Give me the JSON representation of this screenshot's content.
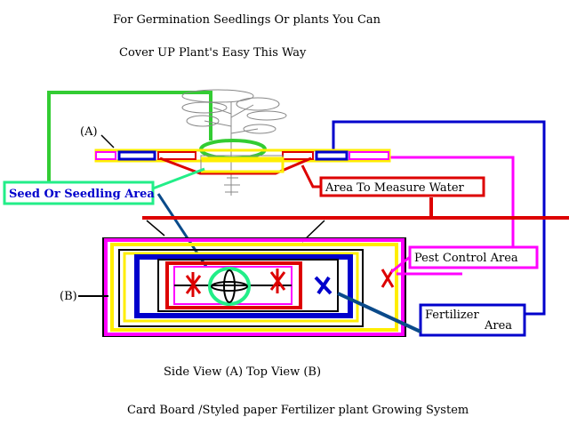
{
  "header": {
    "line1": "For Germination Seedlings Or plants You Can",
    "line2": "Cover UP Plant's Easy This Way"
  },
  "footer": {
    "views": "Side View (A) Top View (B)",
    "system": "Card Board /Styled paper Fertilizer plant Growing System"
  },
  "labels": {
    "a": "(A)",
    "b": "(B)",
    "seed_area": "Seed Or Seedling Area",
    "water_area": "Area To Measure Water",
    "pest_area": "Pest Control Area",
    "fert_line1": "Fertilizer",
    "fert_line2": "Area"
  },
  "colors": {
    "green": "#33cc33",
    "blue": "#0000cc",
    "magenta": "#ff00ff",
    "red": "#dd0000",
    "yellow": "#ffee00",
    "seafoam": "#22ee88"
  }
}
